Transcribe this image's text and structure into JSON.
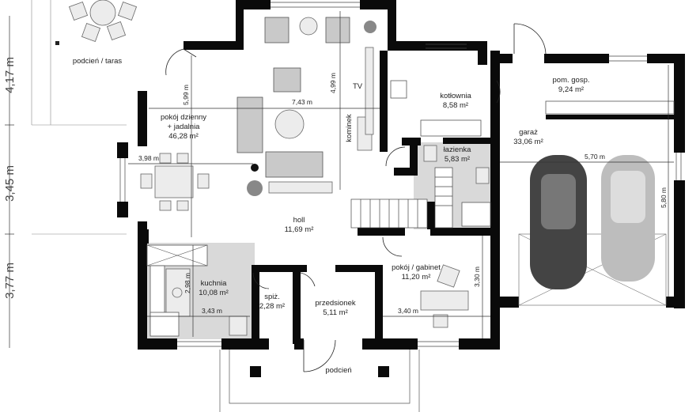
{
  "rooms": {
    "taras": {
      "name": "podcień / taras"
    },
    "pokoj_dzienny": {
      "name1": "pokój dzienny",
      "name2": "+ jadalnia",
      "area": "46,28 m²"
    },
    "kotlownia": {
      "name": "kotłownia",
      "area": "8,58 m²"
    },
    "pom_gosp": {
      "name": "pom. gosp.",
      "area": "9,24 m²"
    },
    "garaz": {
      "name": "garaż",
      "area": "33,06 m²"
    },
    "lazienka": {
      "name": "łazienka",
      "area": "5,83 m²"
    },
    "holl": {
      "name": "holl",
      "area": "11,69 m²"
    },
    "kuchnia": {
      "name": "kuchnia",
      "area": "10,08 m²"
    },
    "spiz": {
      "name": "spiż.",
      "area": "2,28 m²"
    },
    "przedsionek": {
      "name": "przedsionek",
      "area": "5,11 m²"
    },
    "gabinet": {
      "name": "pokój / gabinet",
      "area": "11,20 m²"
    },
    "podcien": {
      "name": "podcień"
    }
  },
  "labels": {
    "tv": "TV",
    "kominek": "kominek"
  },
  "dimensions": {
    "living_width": "7,43 m",
    "living_height": "5,99 m",
    "living_depth": "4,99 m",
    "dining_width": "3,98 m",
    "garage_width": "5,70 m",
    "garage_depth": "5,80 m",
    "kitchen_width": "3,43 m",
    "kitchen_depth": "2,98 m",
    "study_width": "3,40 m",
    "study_depth": "3,30 m"
  },
  "side_dims": [
    "4,17 m",
    "3,45 m",
    "3,77 m"
  ],
  "colors": {
    "wall": "#0a0a0a",
    "floor_grey": "#d9d9d9",
    "car": "#444444",
    "car2": "#bdbdbd"
  }
}
